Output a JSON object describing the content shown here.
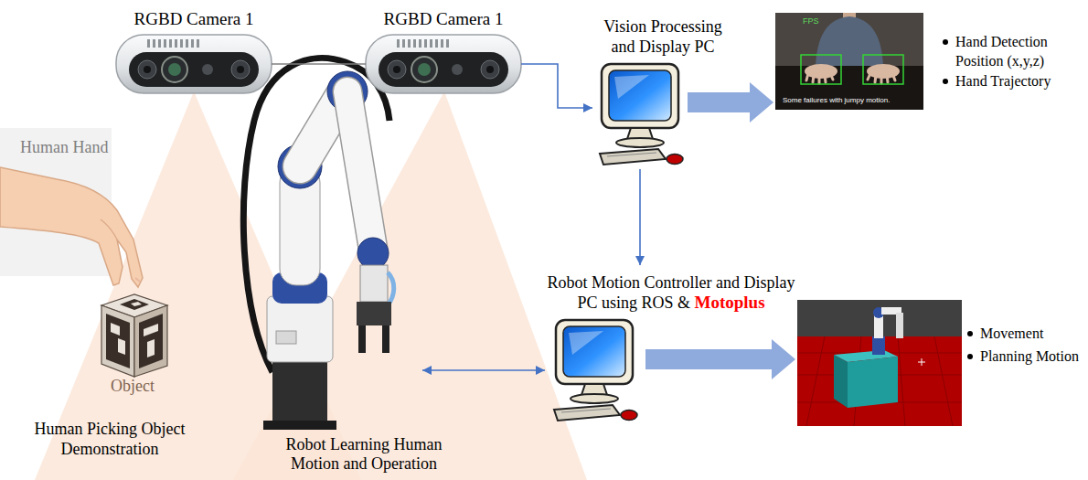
{
  "diagram": {
    "nodes": [
      {
        "text": [
          "RGBD Camera 1"
        ]
      },
      {
        "text": [
          "RGBD Camera 1"
        ]
      },
      {
        "text": [
          "Vision Processing and Display PC"
        ]
      },
      {
        "text": [
          "Hand Detection Position (x,y,z)",
          "Hand Trajectory"
        ]
      },
      {
        "text": [
          "FPS",
          "Some failures with jumpy motion."
        ],
        "in": 3
      },
      {
        "text": [
          "Object"
        ]
      },
      {
        "text": [
          "Robot Learning Human Motion and Operation"
        ]
      },
      {
        "text": [
          "Robot Motion Controller and Display PC using ROS &",
          "Motoplus"
        ]
      },
      {
        "text": [
          "Movement",
          "Planning Motion"
        ]
      }
    ],
    "edges": [
      {
        "from": 0,
        "to": 1,
        "arrow": "none"
      },
      {
        "from": 1,
        "to": 2,
        "arrow": "to"
      },
      {
        "from": 2,
        "to": 3,
        "arrow": "to"
      },
      {
        "from": 2,
        "to": 7,
        "arrow": "to"
      },
      {
        "from": 6,
        "to": 7,
        "arrow": "both"
      },
      {
        "from": 7,
        "to": 8,
        "arrow": "to"
      }
    ],
    "labels": [
      "Human Hand",
      "Human Picking Object Demonstration"
    ]
  }
}
